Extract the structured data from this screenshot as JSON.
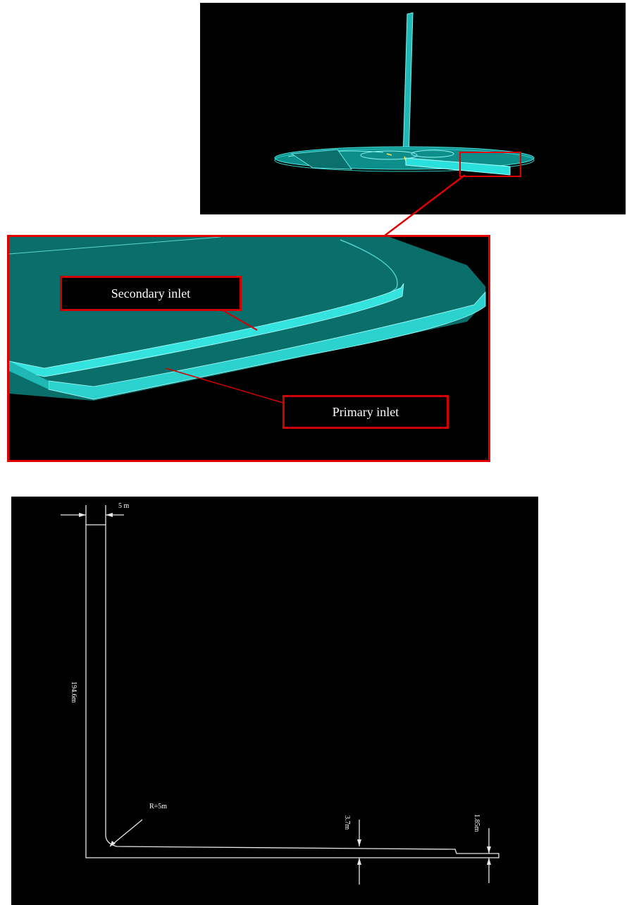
{
  "zoom": {
    "secondary_inlet_label": "Secondary inlet",
    "primary_inlet_label": "Primary inlet"
  },
  "drawing": {
    "width_dim": "5 m",
    "height_dim": "194.6m",
    "radius_dim": "R=5m",
    "gap_dim_1": "3.7m",
    "gap_dim_2": "1.85m"
  },
  "colors": {
    "model_fill": "#0a6e6a",
    "model_edge": "#22d8d4",
    "callout_border": "#d00000",
    "drawing_line": "#e8e8e8"
  }
}
